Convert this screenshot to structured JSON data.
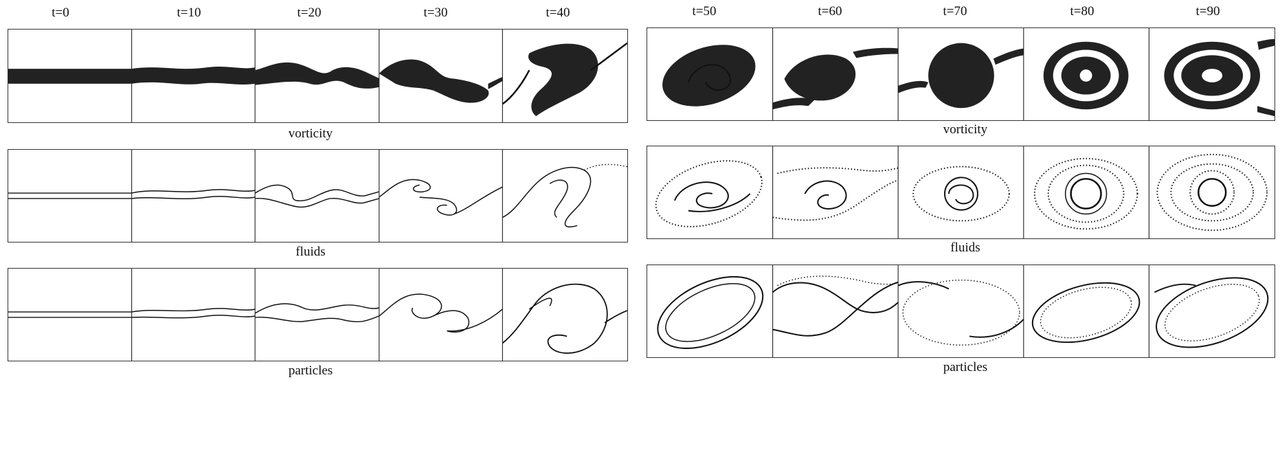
{
  "left_group": {
    "time_labels": [
      "t=0",
      "t=10",
      "t=20",
      "t=30",
      "t=40"
    ],
    "row_labels": [
      "vorticity",
      "fluids",
      "particles"
    ]
  },
  "right_group": {
    "time_labels": [
      "t=50",
      "t=60",
      "t=70",
      "t=80",
      "t=90"
    ],
    "row_labels": [
      "vorticity",
      "fluids",
      "particles"
    ]
  }
}
